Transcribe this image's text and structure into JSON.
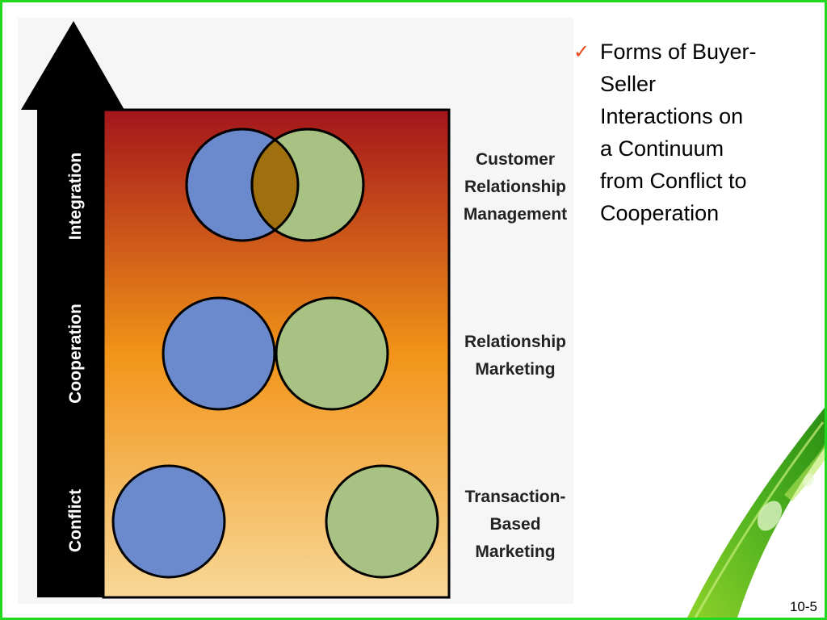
{
  "axis": {
    "labels": [
      "Integration",
      "Cooperation",
      "Conflict"
    ],
    "colors": {
      "arrow": "#000000",
      "label_text": "#ffffff"
    }
  },
  "levels": [
    {
      "lines": [
        "Customer",
        "Relationship",
        "Management"
      ],
      "relation": "overlapping"
    },
    {
      "lines": [
        "Relationship",
        "Marketing"
      ],
      "relation": "touching"
    },
    {
      "lines": [
        "Transaction-",
        "Based",
        "Marketing"
      ],
      "relation": "separated"
    }
  ],
  "colors": {
    "buyer_circle": "#6b8acd",
    "seller_circle": "#a8c283",
    "overlap": "#a0700f",
    "gradient_top": "#a3151b",
    "gradient_middle": "#f29418",
    "gradient_bottom": "#f8d898",
    "frame": "#1fd81f",
    "check": "#e8461a"
  },
  "bullet": {
    "marker": "✓",
    "text": "Forms of Buyer-\nSeller\nInteractions on\na Continuum\nfrom Conflict to\nCooperation"
  },
  "slide_number": "10-5"
}
